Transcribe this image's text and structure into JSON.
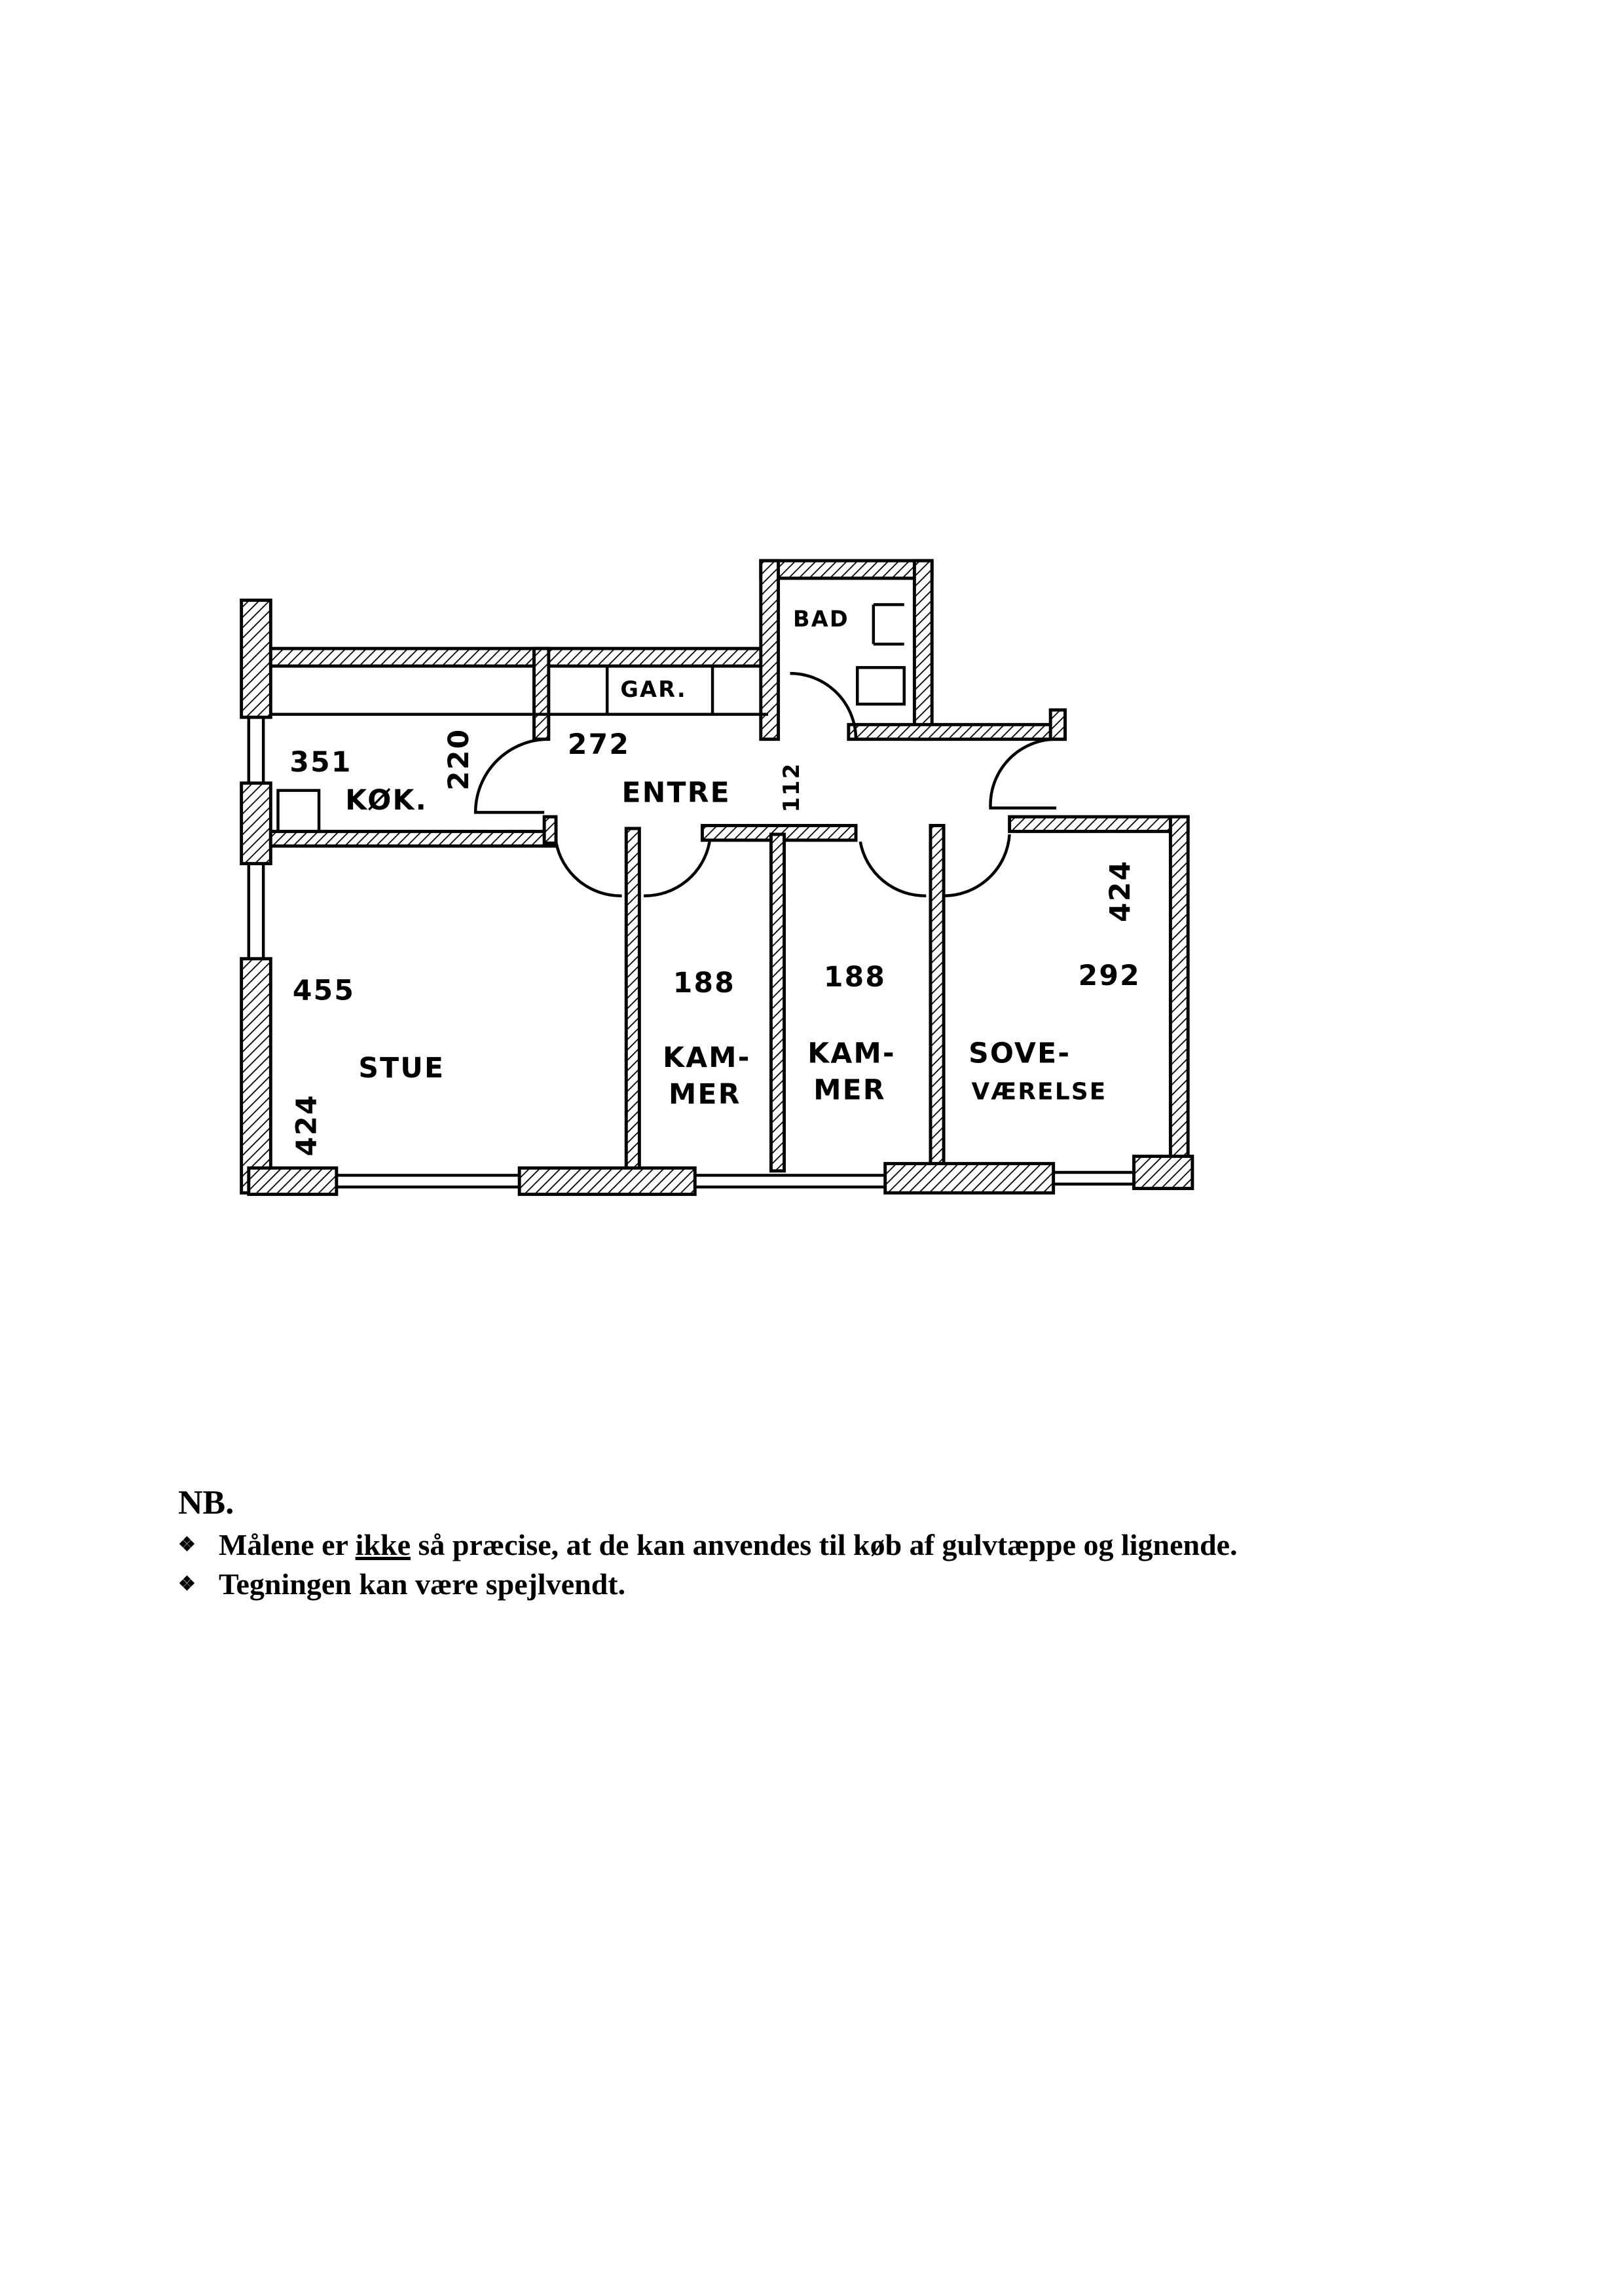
{
  "plan": {
    "rooms": {
      "kitchen": {
        "name": "KØK.",
        "width": "351",
        "depth": "220"
      },
      "cabinet": {
        "name": "GAR."
      },
      "hall": {
        "name": "ENTRE",
        "width": "272",
        "depth": "112"
      },
      "bath": {
        "name": "BAD"
      },
      "living": {
        "name": "STUE",
        "width": "455",
        "depth": "424"
      },
      "room1": {
        "name1": "KAM-",
        "name2": "MER",
        "width": "188"
      },
      "room2": {
        "name1": "KAM-",
        "name2": "MER",
        "width": "188"
      },
      "bedroom": {
        "name1": "SOVE-",
        "name2": "VÆRELSE",
        "width": "292",
        "depth": "424"
      }
    }
  },
  "notes": {
    "heading": "NB.",
    "bullet_icon": "diamond-bullet",
    "line1_pre": "Målene er ",
    "line1_underlined": "ikke",
    "line1_post": " så præcise, at de kan anvendes til køb af gulvtæppe og lignende.",
    "line2": "Tegningen kan være spejlvendt."
  }
}
